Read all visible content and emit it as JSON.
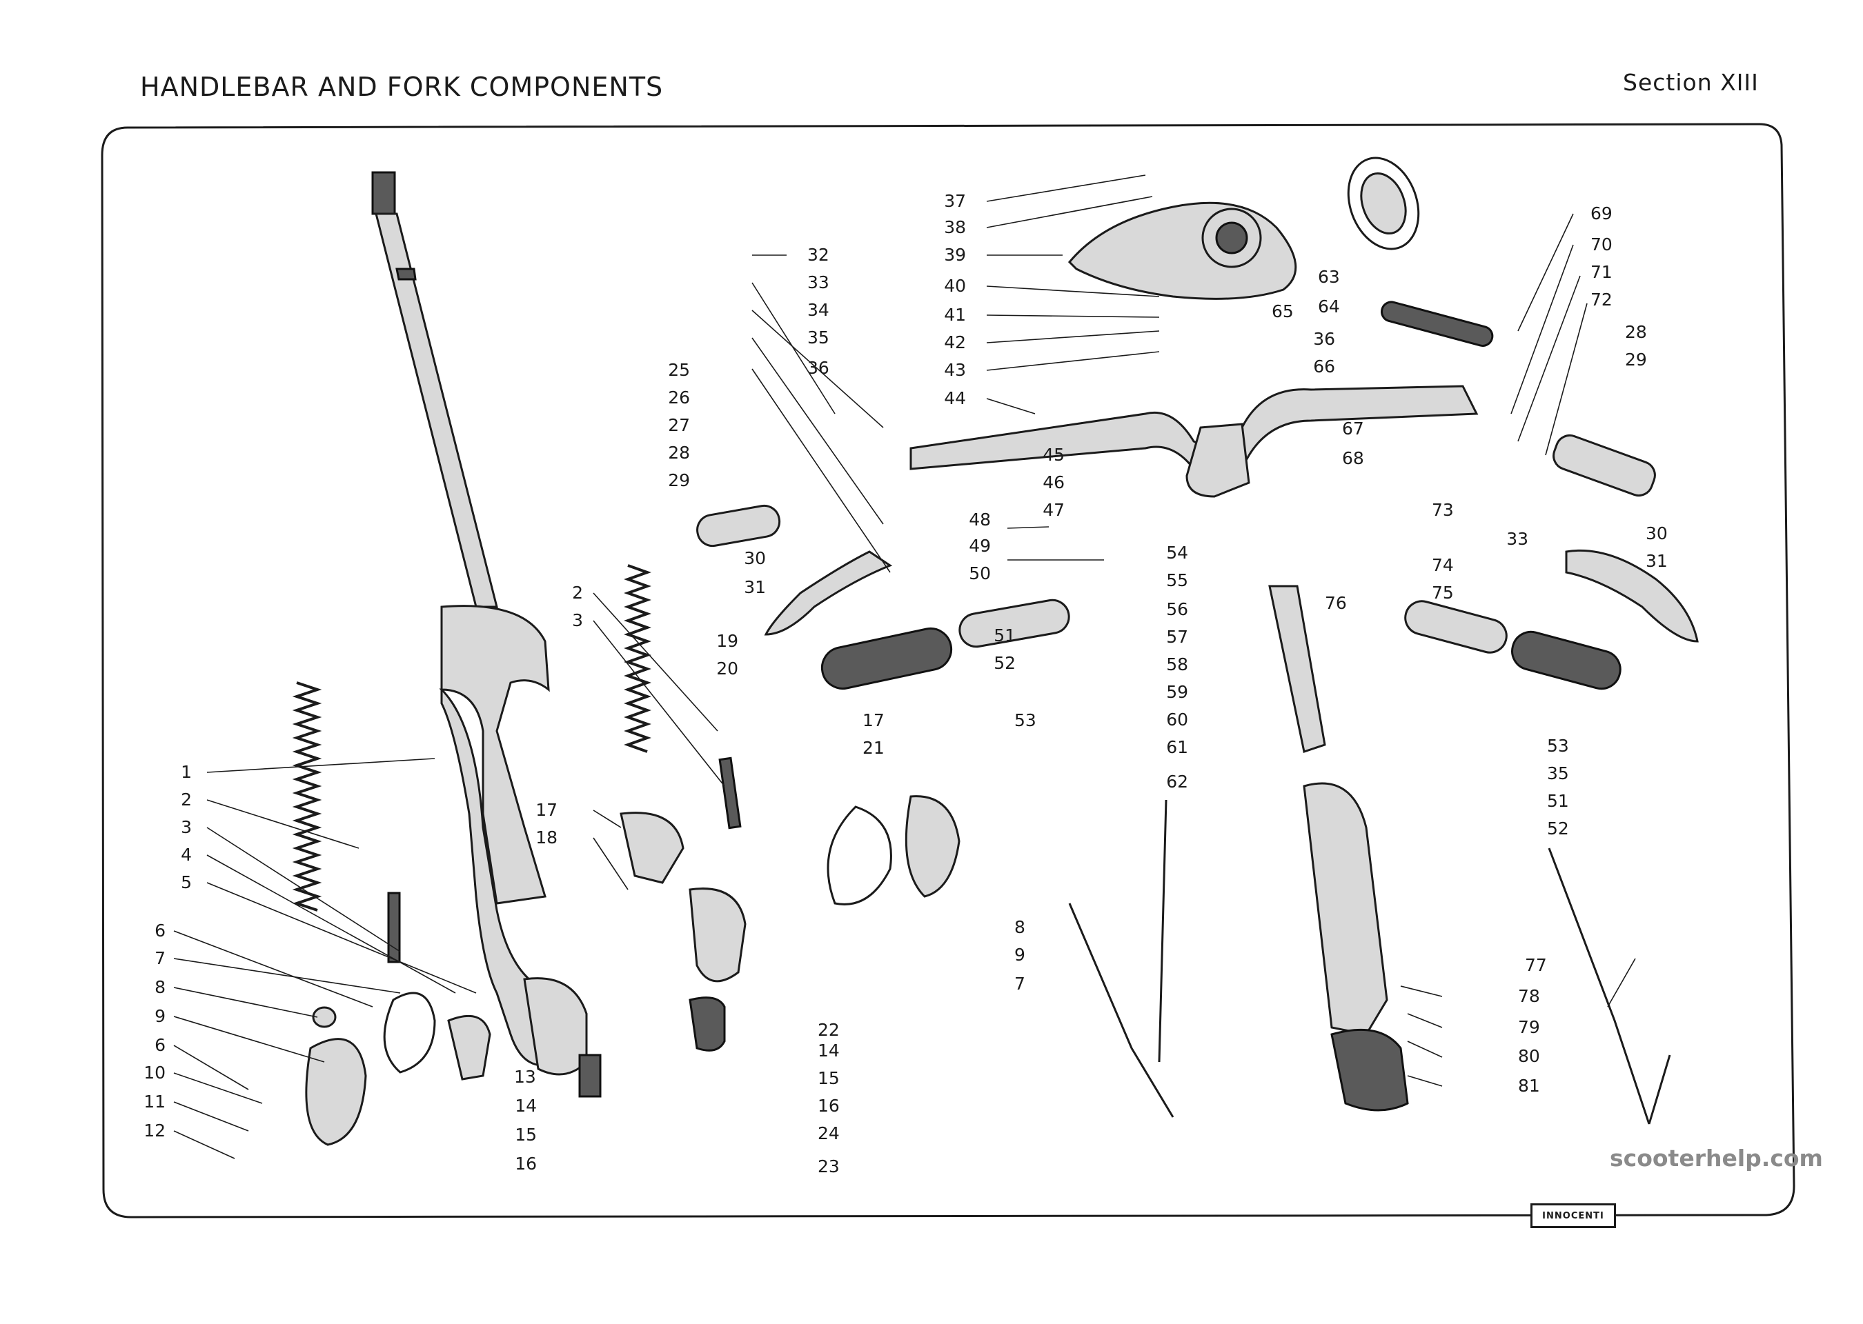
{
  "header": {
    "title": "HANDLEBAR AND FORK COMPONENTS",
    "section": "Section XIII"
  },
  "footer": {
    "watermark": "scooterhelp.com",
    "logo_text": "INNOCENTI"
  },
  "callouts": [
    "1",
    "2",
    "3",
    "4",
    "5",
    "6",
    "7",
    "8",
    "9",
    "6",
    "10",
    "11",
    "12",
    "13",
    "14",
    "15",
    "16",
    "17",
    "18",
    "2",
    "3",
    "19",
    "20",
    "17",
    "21",
    "8",
    "9",
    "7",
    "22",
    "23",
    "14",
    "15",
    "16",
    "24",
    "23",
    "25",
    "26",
    "27",
    "28",
    "29",
    "30",
    "31",
    "32",
    "33",
    "34",
    "35",
    "36",
    "37",
    "38",
    "39",
    "40",
    "41",
    "42",
    "43",
    "44",
    "45",
    "46",
    "47",
    "48",
    "49",
    "50",
    "51",
    "52",
    "53",
    "54",
    "55",
    "56",
    "57",
    "58",
    "59",
    "60",
    "61",
    "62",
    "63",
    "64",
    "65",
    "66",
    "67",
    "68",
    "76",
    "69",
    "70",
    "71",
    "72",
    "28",
    "29",
    "36",
    "73",
    "33",
    "74",
    "75",
    "30",
    "31",
    "53",
    "35",
    "51",
    "52",
    "77",
    "78",
    "79",
    "80",
    "81"
  ]
}
